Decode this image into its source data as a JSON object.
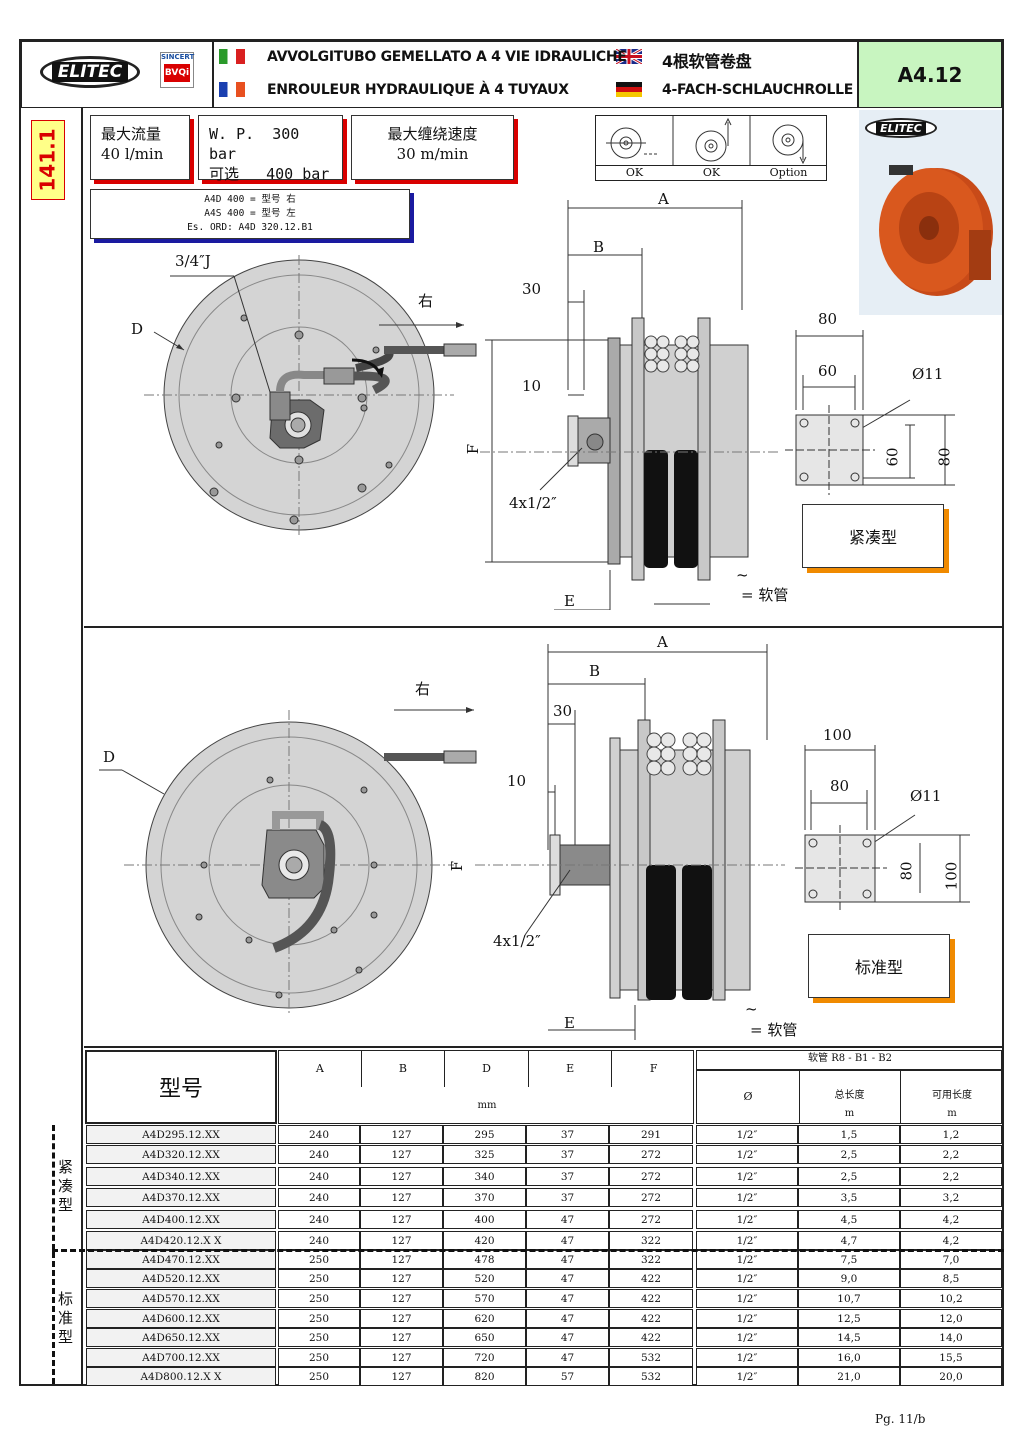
{
  "header": {
    "brand": "ELITEC",
    "cert_top": "SINCERT",
    "cert_bottom": "BVQi",
    "title_it": "AVVOLGITUBO GEMELLATO A 4 VIE IDRAULICHE",
    "title_fr": "ENROULEUR HYDRAULIQUE À 4 TUYAUX",
    "title_cn": "4根软管卷盘",
    "title_de": "4-FACH-SCHLAUCHROLLE",
    "code": "A4.12",
    "side_tab": "141.1"
  },
  "specs": {
    "flow_label": "最大流量",
    "flow_value": "40 l/min",
    "wp_label": "W. P.",
    "wp_value": "300 bar",
    "opt_label": "可选",
    "opt_value": "400 bar",
    "speed_label": "最大缠绕速度",
    "speed_value": "30 m/min"
  },
  "order_note": {
    "line1": "A4D 400 = 型号 右",
    "line2": "A4S 400 = 型号 左",
    "line3": "Es. ORD:  A4D 320.12.B1"
  },
  "mount_options": [
    "OK",
    "OK",
    "Option"
  ],
  "drawing_top": {
    "fitting": "3/4″J",
    "d": "D",
    "dir": "右",
    "a": "A",
    "b": "B",
    "e": "E",
    "f": "F",
    "d30": "30",
    "d10": "10",
    "ports": "4x1/2″",
    "hose": "= 软管",
    "plate_w": "80",
    "plate_hole_w": "60",
    "hole": "Ø11",
    "plate_h": "80",
    "plate_hole_h": "60",
    "type_label": "紧凑型"
  },
  "drawing_bottom": {
    "d": "D",
    "dir": "右",
    "a": "A",
    "b": "B",
    "e": "E",
    "f": "F",
    "d30": "30",
    "d10": "10",
    "ports": "4x1/2″",
    "hose": "= 软管",
    "plate_w": "100",
    "plate_hole_w": "80",
    "hole": "Ø11",
    "plate_h": "100",
    "plate_hole_h": "80",
    "type_label": "标准型"
  },
  "table": {
    "model_header": "型号",
    "cols": [
      "A",
      "B",
      "D",
      "E",
      "F"
    ],
    "unit": "mm",
    "hose_header": "软管 R8 - B1 - B2",
    "dia_header": "Ø",
    "total_len": "总长度",
    "usable_len": "可用长度",
    "unit_m": "m",
    "group_compact": "紧凑型",
    "group_standard": "标准型",
    "rows": [
      [
        "A4D295.12.XX",
        "240",
        "127",
        "295",
        "37",
        "291",
        "1/2″",
        "1,5",
        "1,2"
      ],
      [
        "A4D320.12.XX",
        "240",
        "127",
        "325",
        "37",
        "272",
        "1/2″",
        "2,5",
        "2,2"
      ],
      [
        "A4D340.12.XX",
        "240",
        "127",
        "340",
        "37",
        "272",
        "1/2″",
        "2,5",
        "2,2"
      ],
      [
        "A4D370.12.XX",
        "240",
        "127",
        "370",
        "37",
        "272",
        "1/2″",
        "3,5",
        "3,2"
      ],
      [
        "A4D400.12.XX",
        "240",
        "127",
        "400",
        "47",
        "272",
        "1/2″",
        "4,5",
        "4,2"
      ],
      [
        "A4D420.12.X X",
        "240",
        "127",
        "420",
        "47",
        "322",
        "1/2″",
        "4,7",
        "4,2"
      ],
      [
        "A4D470.12.XX",
        "250",
        "127",
        "478",
        "47",
        "322",
        "1/2″",
        "7,5",
        "7,0"
      ],
      [
        "A4D520.12.XX",
        "250",
        "127",
        "520",
        "47",
        "422",
        "1/2″",
        "9,0",
        "8,5"
      ],
      [
        "A4D570.12.XX",
        "250",
        "127",
        "570",
        "47",
        "422",
        "1/2″",
        "10,7",
        "10,2"
      ],
      [
        "A4D600.12.XX",
        "250",
        "127",
        "620",
        "47",
        "422",
        "1/2″",
        "12,5",
        "12,0"
      ],
      [
        "A4D650.12.XX",
        "250",
        "127",
        "650",
        "47",
        "422",
        "1/2″",
        "14,5",
        "14,0"
      ],
      [
        "A4D700.12.XX",
        "250",
        "127",
        "720",
        "47",
        "532",
        "1/2″",
        "16,0",
        "15,5"
      ],
      [
        "A4D800.12.X X",
        "250",
        "127",
        "820",
        "57",
        "532",
        "1/2″",
        "21,0",
        "20,0"
      ]
    ]
  },
  "footer": {
    "page": "Pg.  11/b"
  },
  "colors": {
    "accent_red": "#d90000",
    "header_green": "#c8f5c0",
    "reel_orange": "#d9581e",
    "tab_yellow": "#ffff88"
  }
}
